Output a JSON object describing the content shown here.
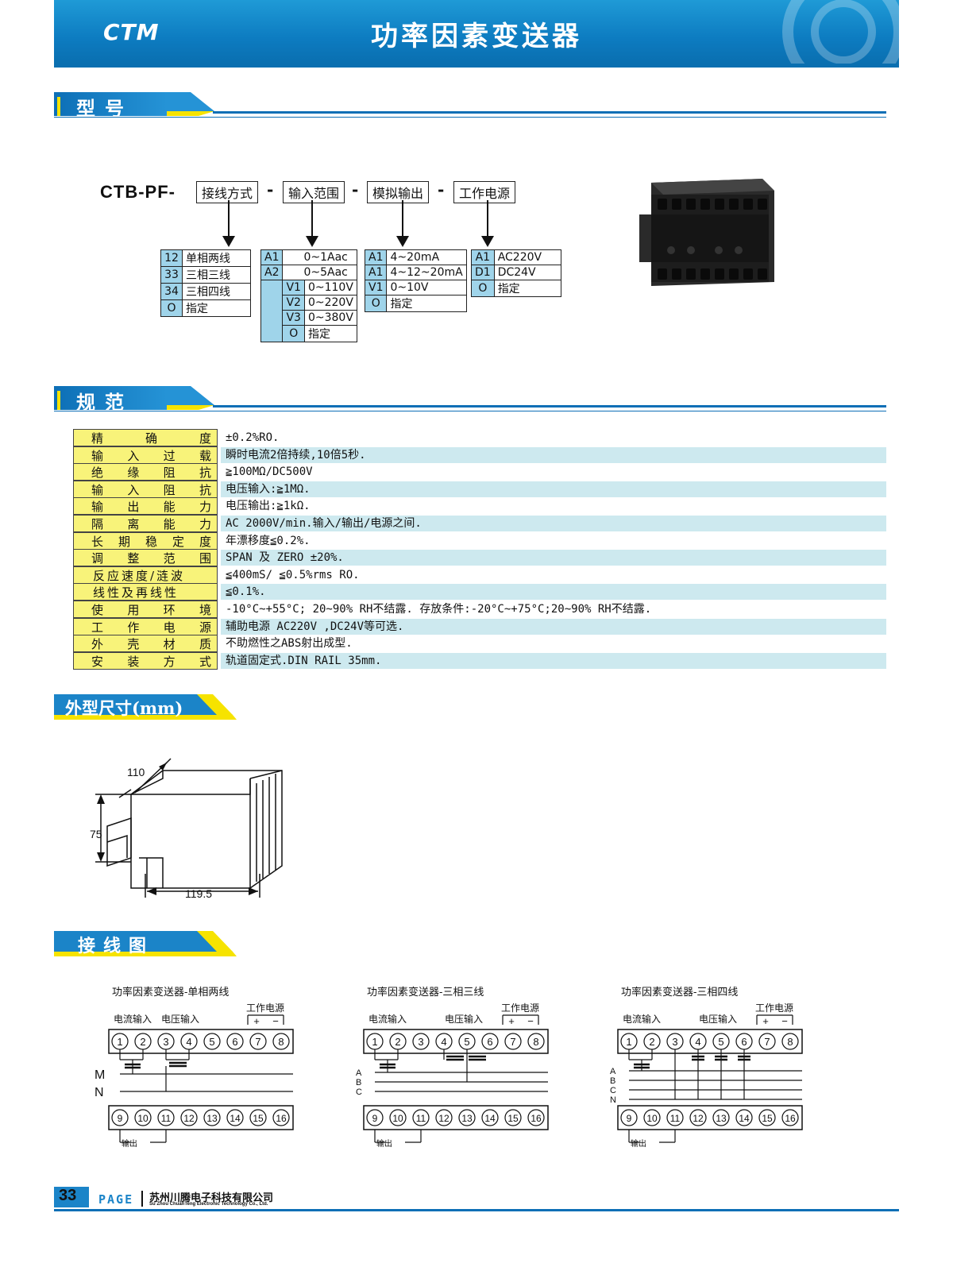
{
  "header": {
    "logo": "CTM",
    "title": "功率因素变送器"
  },
  "sections": {
    "model": "型号",
    "spec": "规范",
    "dimensions": "外型尺寸(mm)",
    "wiring": "接线图"
  },
  "model_code": {
    "prefix": "CTB-PF-",
    "dash": "-",
    "fields": [
      "接线方式",
      "输入范围",
      "模拟输出",
      "工作电源"
    ]
  },
  "wiring_options": [
    {
      "code": "12",
      "label": "单相两线"
    },
    {
      "code": "33",
      "label": "三相三线"
    },
    {
      "code": "34",
      "label": "三相四线"
    },
    {
      "code": "O",
      "label": "指定"
    }
  ],
  "input_options": {
    "current": [
      {
        "code": "A1",
        "label": "0~1Aac"
      },
      {
        "code": "A2",
        "label": "0~5Aac"
      }
    ],
    "voltage": [
      {
        "code": "V1",
        "label": "0~110V"
      },
      {
        "code": "V2",
        "label": "0~220V"
      },
      {
        "code": "V3",
        "label": "0~380V"
      },
      {
        "code": "O",
        "label": "指定"
      }
    ]
  },
  "output_options": [
    {
      "code": "A1",
      "label": "4~20mA"
    },
    {
      "code": "A1",
      "label": "4~12~20mA"
    },
    {
      "code": "V1",
      "label": "0~10V"
    },
    {
      "code": "O",
      "label": "指定"
    }
  ],
  "power_options": [
    {
      "code": "A1",
      "label": "AC220V"
    },
    {
      "code": "D1",
      "label": "DC24V"
    },
    {
      "code": "O",
      "label": "指定"
    }
  ],
  "spec": [
    {
      "label": [
        "精",
        "确",
        "度"
      ],
      "value": "±0.2%RO."
    },
    {
      "label": [
        "输",
        "入",
        "过",
        "载"
      ],
      "value": "瞬时电流2倍持续,10倍5秒."
    },
    {
      "label": [
        "绝",
        "缘",
        "阻",
        "抗"
      ],
      "value": "≧100MΩ/DC500V"
    },
    {
      "label": [
        "输",
        "入",
        "阻",
        "抗"
      ],
      "value": "电压输入:≧1MΩ."
    },
    {
      "label": [
        "输",
        "出",
        "能",
        "力"
      ],
      "value": "电压输出:≧1kΩ."
    },
    {
      "label": [
        "隔",
        "离",
        "能",
        "力"
      ],
      "value": "AC 2000V/min.输入/输出/电源之间."
    },
    {
      "label": [
        "长",
        "期",
        "稳",
        "定",
        "度"
      ],
      "value": "年漂移度≦0.2%."
    },
    {
      "label": [
        "调",
        "整",
        "范",
        "围"
      ],
      "value": "SPAN 及 ZERO ±20%."
    },
    {
      "label": [
        "反应速度/涟波"
      ],
      "value": "≦400mS/ ≦0.5%rms RO."
    },
    {
      "label": [
        "线性及再线性"
      ],
      "value": "≦0.1%."
    },
    {
      "label": [
        "使",
        "用",
        "环",
        "境"
      ],
      "value": "-10°C~+55°C; 20~90% RH不结露. 存放条件:-20°C~+75°C;20~90% RH不结露."
    },
    {
      "label": [
        "工",
        "作",
        "电",
        "源"
      ],
      "value": "辅助电源 AC220V ,DC24V等可选."
    },
    {
      "label": [
        "外",
        "壳",
        "材",
        "质"
      ],
      "value": "不助燃性之ABS射出成型."
    },
    {
      "label": [
        "安",
        "装",
        "方",
        "式"
      ],
      "value": "轨道固定式.DIN RAIL 35mm."
    }
  ],
  "dimensions": {
    "depth": "110",
    "height": "75",
    "width": "119.5"
  },
  "wiring_diagrams": [
    {
      "title": "功率因素变送器-单相两线",
      "current_in": "电流输入",
      "voltage_in": "电压输入",
      "power": "工作电源",
      "plus": "+",
      "minus": "−",
      "lines": [
        "M",
        "N"
      ],
      "top_terminals": [
        "1",
        "2",
        "3",
        "4",
        "5",
        "6",
        "7",
        "8"
      ],
      "bottom_terminals": [
        "9",
        "10",
        "11",
        "12",
        "13",
        "14",
        "15",
        "16"
      ],
      "output": "输出"
    },
    {
      "title": "功率因素变送器-三相三线",
      "current_in": "电流输入",
      "voltage_in": "电压输入",
      "power": "工作电源",
      "plus": "+",
      "minus": "−",
      "lines": [
        "A",
        "B",
        "C"
      ],
      "top_terminals": [
        "1",
        "2",
        "3",
        "4",
        "5",
        "6",
        "7",
        "8"
      ],
      "bottom_terminals": [
        "9",
        "10",
        "11",
        "12",
        "13",
        "14",
        "15",
        "16"
      ],
      "output": "输出"
    },
    {
      "title": "功率因素变送器-三相四线",
      "current_in": "电流输入",
      "voltage_in": "电压输入",
      "power": "工作电源",
      "plus": "+",
      "minus": "−",
      "lines": [
        "A",
        "B",
        "C",
        "N"
      ],
      "top_terminals": [
        "1",
        "2",
        "3",
        "4",
        "5",
        "6",
        "7",
        "8"
      ],
      "bottom_terminals": [
        "9",
        "10",
        "11",
        "12",
        "13",
        "14",
        "15",
        "16"
      ],
      "output": "输出"
    }
  ],
  "footer": {
    "page_number": "33",
    "page_label": "PAGE",
    "company": "苏州川腾电子科技有限公司",
    "company_en": "Su Zhou ChuanTeng Electronic Technology Co., Ltd."
  },
  "colors": {
    "brand_blue": "#0d6fb6",
    "label_yellow": "#f8f37a",
    "row_tint": "#cde9ef",
    "code_cell": "#9fd4ea"
  }
}
